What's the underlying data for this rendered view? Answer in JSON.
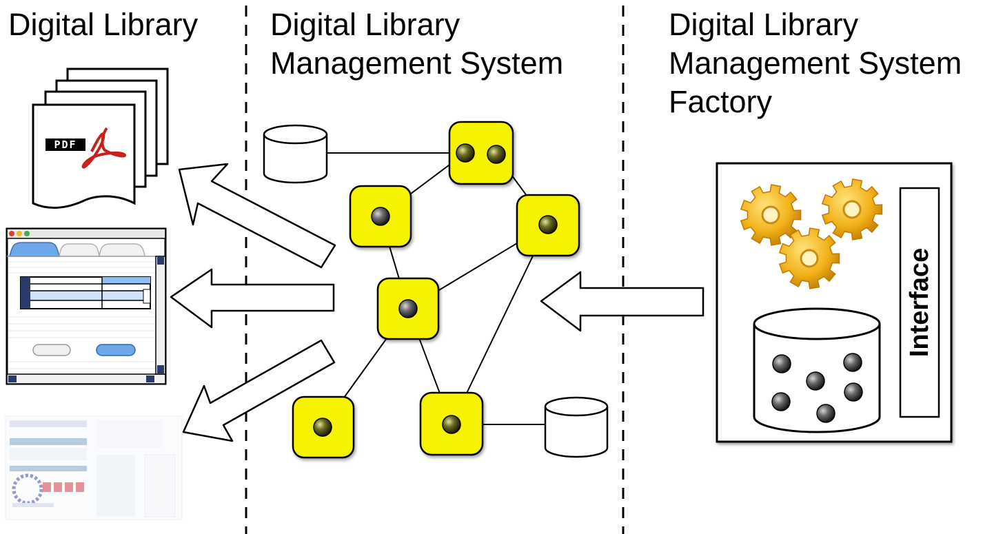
{
  "headings": {
    "digital_library": "Digital Library",
    "dlms": [
      "Digital Library",
      "Management System"
    ],
    "dlms_factory": [
      "Digital Library",
      "Management System",
      "Factory"
    ]
  },
  "factory_box": {
    "interface_label": "Interface"
  },
  "icons": {
    "pdf_label": "PDF"
  },
  "colors": {
    "node_fill": "#f7f200",
    "gear_fill": "#f2b21a",
    "ui_accent": "#6fa8e8"
  }
}
